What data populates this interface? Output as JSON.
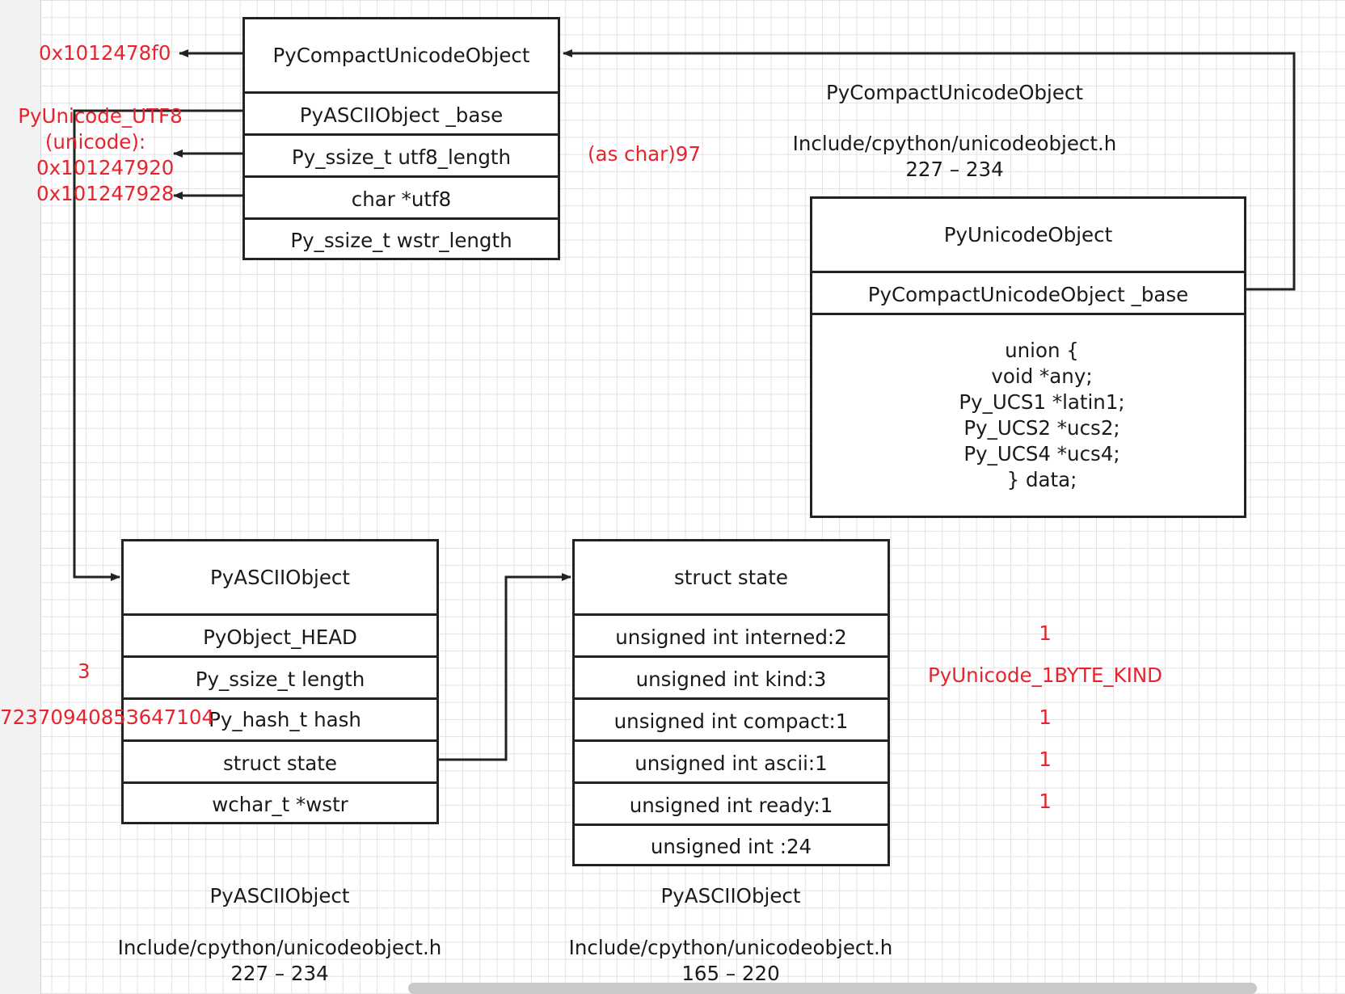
{
  "colors": {
    "annotation": "#e8232e",
    "stroke": "#222222",
    "grid": "#e2e2e2"
  },
  "compact_box": {
    "title": "PyCompactUnicodeObject",
    "fields": [
      "PyASCIIObject _base",
      "Py_ssize_t utf8_length",
      "char *utf8",
      "Py_ssize_t wstr_length"
    ]
  },
  "unicode_box": {
    "title": "PyUnicodeObject",
    "base_field": "PyCompactUnicodeObject _base",
    "union_lines": [
      "union {",
      "void *any;",
      "Py_UCS1 *latin1;",
      "Py_UCS2 *ucs2;",
      "Py_UCS4 *ucs4;",
      "} data;"
    ],
    "caption": {
      "name": "PyCompactUnicodeObject",
      "file": "Include/cpython/unicodeobject.h",
      "lines": "227 – 234"
    }
  },
  "ascii_box": {
    "title": "PyASCIIObject",
    "fields": [
      "PyObject_HEAD",
      "Py_ssize_t length",
      "Py_hash_t hash",
      "struct state",
      "wchar_t *wstr"
    ],
    "caption": {
      "name": "PyASCIIObject",
      "file": "Include/cpython/unicodeobject.h",
      "lines": "227 – 234"
    }
  },
  "state_box": {
    "title": "struct state",
    "fields": [
      "unsigned int interned:2",
      "unsigned int kind:3",
      "unsigned int compact:1",
      "unsigned int ascii:1",
      "unsigned int ready:1",
      "unsigned int :24"
    ],
    "caption": {
      "name": "PyASCIIObject",
      "file": "Include/cpython/unicodeobject.h",
      "lines": "165 – 220"
    }
  },
  "annotations": {
    "address_compact": "0x1012478f0",
    "utf8_label_1": "PyUnicode_UTF8",
    "utf8_label_2": "(unicode):",
    "address_utf8_length": "0x101247920",
    "address_utf8": "0x101247928",
    "utf8_length_value": "(as char)97",
    "length_value": "3",
    "hash_value": "7237094085З647104",
    "interned_value": "1",
    "kind_value": "PyUnicode_1BYTE_KIND",
    "compact_value": "1",
    "ascii_value": "1",
    "ready_value": "1"
  }
}
